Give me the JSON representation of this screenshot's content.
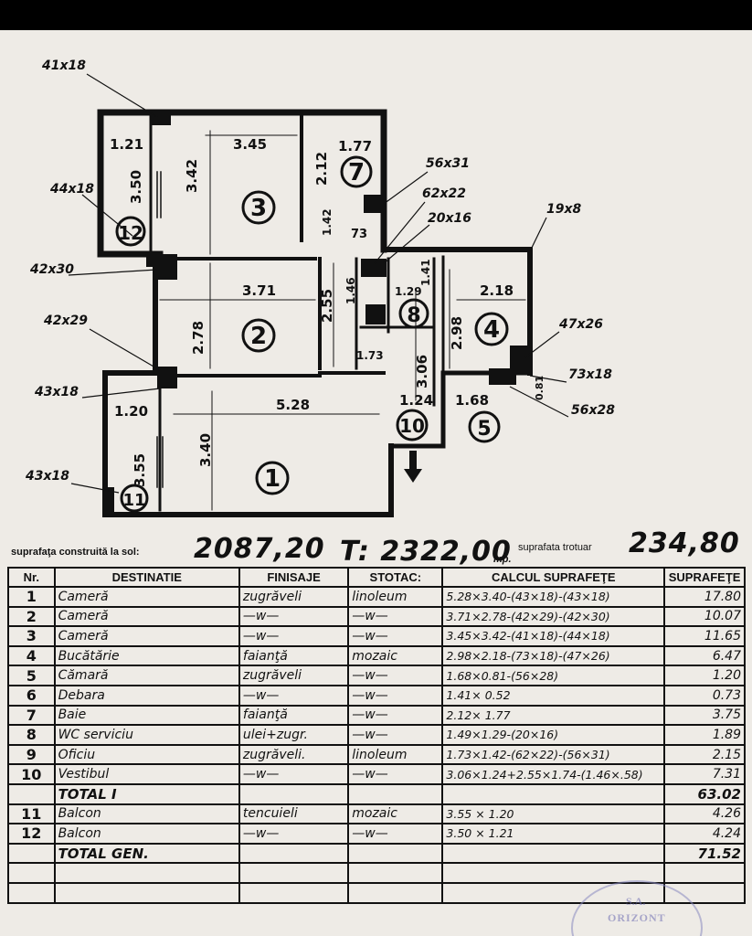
{
  "plan": {
    "rooms": [
      {
        "n": "1"
      },
      {
        "n": "2"
      },
      {
        "n": "3"
      },
      {
        "n": "4"
      },
      {
        "n": "5"
      },
      {
        "n": "7"
      },
      {
        "n": "8"
      },
      {
        "n": "10"
      },
      {
        "n": "11"
      },
      {
        "n": "12"
      }
    ],
    "wall_labels": [
      "41x18",
      "44x18",
      "42x30",
      "42x29",
      "43x18",
      "43x18",
      "56x31",
      "62x22",
      "20x16",
      "19x8",
      "47x26",
      "73x18",
      "56x28"
    ],
    "dimensions": [
      "1.21",
      "3.45",
      "1.77",
      "3.50",
      "3.42",
      "2.12",
      "1.42",
      "73",
      "3.71",
      "2.55",
      "1.46",
      "1.29",
      "1.41",
      "2.18",
      "2.98",
      "2.78",
      "1.73",
      "1.20",
      "5.28",
      "1.24",
      "1.68",
      "3.06",
      "0.81",
      "3.55",
      "3.40"
    ]
  },
  "summary": {
    "built_label": "suprafaţa construită la sol:",
    "built_value": "2087,20",
    "total_value": "T: 2322,00",
    "total_unit": "mp.",
    "sidewalk_label": "suprafata trotuar",
    "sidewalk_value": "234,80"
  },
  "table": {
    "headers": [
      "Nr.",
      "DESTINATIE",
      "FINISAJE",
      "STOTAC:",
      "CALCUL SUPRAFEŢE",
      "SUPRAFEŢE"
    ],
    "rows": [
      {
        "nr": "1",
        "dest": "Cameră",
        "fin": "zugrăveli",
        "stot": "linoleum",
        "calc": "5.28×3.40-(43×18)-(43×18)",
        "area": "17.80"
      },
      {
        "nr": "2",
        "dest": "Cameră",
        "fin": "—w—",
        "stot": "—w—",
        "calc": "3.71×2.78-(42×29)-(42×30)",
        "area": "10.07"
      },
      {
        "nr": "3",
        "dest": "Cameră",
        "fin": "—w—",
        "stot": "—w—",
        "calc": "3.45×3.42-(41×18)-(44×18)",
        "area": "11.65"
      },
      {
        "nr": "4",
        "dest": "Bucătărie",
        "fin": "faianţă",
        "stot": "mozaic",
        "calc": "2.98×2.18-(73×18)-(47×26)",
        "area": "6.47"
      },
      {
        "nr": "5",
        "dest": "Cămară",
        "fin": "zugrăveli",
        "stot": "—w—",
        "calc": "1.68×0.81-(56×28)",
        "area": "1.20"
      },
      {
        "nr": "6",
        "dest": "Debara",
        "fin": "—w—",
        "stot": "—w—",
        "calc": "1.41× 0.52",
        "area": "0.73"
      },
      {
        "nr": "7",
        "dest": "Baie",
        "fin": "faianţă",
        "stot": "—w—",
        "calc": "2.12× 1.77",
        "area": "3.75"
      },
      {
        "nr": "8",
        "dest": "WC serviciu",
        "fin": "ulei+zugr.",
        "stot": "—w—",
        "calc": "1.49×1.29-(20×16)",
        "area": "1.89"
      },
      {
        "nr": "9",
        "dest": "Oficiu",
        "fin": "zugrăveli.",
        "stot": "linoleum",
        "calc": "1.73×1.42-(62×22)-(56×31)",
        "area": "2.15"
      },
      {
        "nr": "10",
        "dest": "Vestibul",
        "fin": "—w—",
        "stot": "—w—",
        "calc": "3.06×1.24+2.55×1.74-(1.46×.58)",
        "area": "7.31"
      },
      {
        "nr": "",
        "dest": "TOTAL I",
        "fin": "",
        "stot": "",
        "calc": "",
        "area": "63.02"
      },
      {
        "nr": "11",
        "dest": "Balcon",
        "fin": "tencuieli",
        "stot": "mozaic",
        "calc": "3.55 × 1.20",
        "area": "4.26"
      },
      {
        "nr": "12",
        "dest": "Balcon",
        "fin": "—w—",
        "stot": "—w—",
        "calc": "3.50 × 1.21",
        "area": "4.24"
      },
      {
        "nr": "",
        "dest": "TOTAL GEN.",
        "fin": "",
        "stot": "",
        "calc": "",
        "area": "71.52"
      },
      {
        "nr": "",
        "dest": "",
        "fin": "",
        "stot": "",
        "calc": "",
        "area": ""
      },
      {
        "nr": "",
        "dest": "",
        "fin": "",
        "stot": "",
        "calc": "",
        "area": ""
      }
    ]
  },
  "stamp": {
    "line1": "S.A.",
    "line2": "ORIZONT"
  }
}
